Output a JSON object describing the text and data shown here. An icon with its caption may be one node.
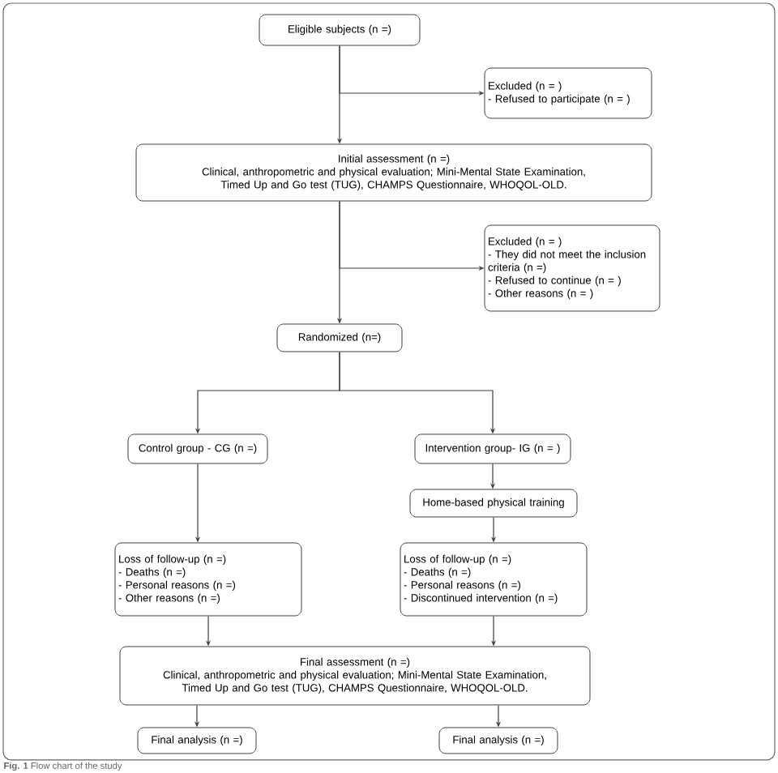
{
  "diagram": {
    "caption": "**Fig. 1** Flow chart of the study",
    "nodes": [
      {
        "text": [
          "Eligible subjects (n =)"
        ]
      },
      {
        "text": [
          "Excluded (n = )",
          "- Refused to participate (n = )"
        ]
      },
      {
        "text": [
          "Initial assessment (n =)",
          "Clinical, anthropometric and physical evaluation; Mini-Mental State Examination, Timed Up and Go test (TUG), CHAMPS Questionnaire, WHOQOL-OLD."
        ]
      },
      {
        "text": [
          "Excluded (n = )",
          "- They did not meet the inclusion criteria (n =)",
          "- Refused to continue (n = )",
          "- Other reasons (n = )"
        ]
      },
      {
        "text": [
          "Randomized (n=)"
        ]
      },
      {
        "text": [
          "Control group - CG (n =)"
        ]
      },
      {
        "text": [
          "Intervention group- IG (n = )"
        ]
      },
      {
        "text": [
          "Home-based physical training"
        ]
      },
      {
        "text": [
          "Loss of follow-up (n =)",
          "- Deaths (n =)",
          "- Personal reasons (n =)",
          "- Other reasons (n =)"
        ]
      },
      {
        "text": [
          "Loss of follow-up (n =)",
          "- Deaths (n =)",
          "- Personal reasons (n =)",
          "- Discontinued intervention (n =)"
        ]
      },
      {
        "text": [
          "Final assessment (n =)",
          "Clinical, anthropometric and physical evaluation; Mini-Mental State Examination, Timed Up and Go test (TUG), CHAMPS Questionnaire, WHOQOL-OLD."
        ]
      },
      {
        "text": [
          "Final analysis (n =)"
        ]
      },
      {
        "text": [
          "Final analysis (n =)"
        ]
      }
    ],
    "edges": [
      {
        "from": 0,
        "to": 1,
        "arrow": "to"
      },
      {
        "from": 0,
        "to": 2,
        "arrow": "to"
      },
      {
        "from": 2,
        "to": 3,
        "arrow": "to"
      },
      {
        "from": 2,
        "to": 4,
        "arrow": "to"
      },
      {
        "from": 4,
        "to": 5,
        "arrow": "to"
      },
      {
        "from": 4,
        "to": 6,
        "arrow": "to"
      },
      {
        "from": 5,
        "to": 8,
        "arrow": "to"
      },
      {
        "from": 6,
        "to": 7,
        "arrow": "to"
      },
      {
        "from": 7,
        "to": 9,
        "arrow": "to"
      },
      {
        "from": 8,
        "to": 10,
        "arrow": "to"
      },
      {
        "from": 9,
        "to": 10,
        "arrow": "to"
      },
      {
        "from": 10,
        "to": 11,
        "arrow": "to"
      },
      {
        "from": 10,
        "to": 12,
        "arrow": "to"
      }
    ]
  }
}
